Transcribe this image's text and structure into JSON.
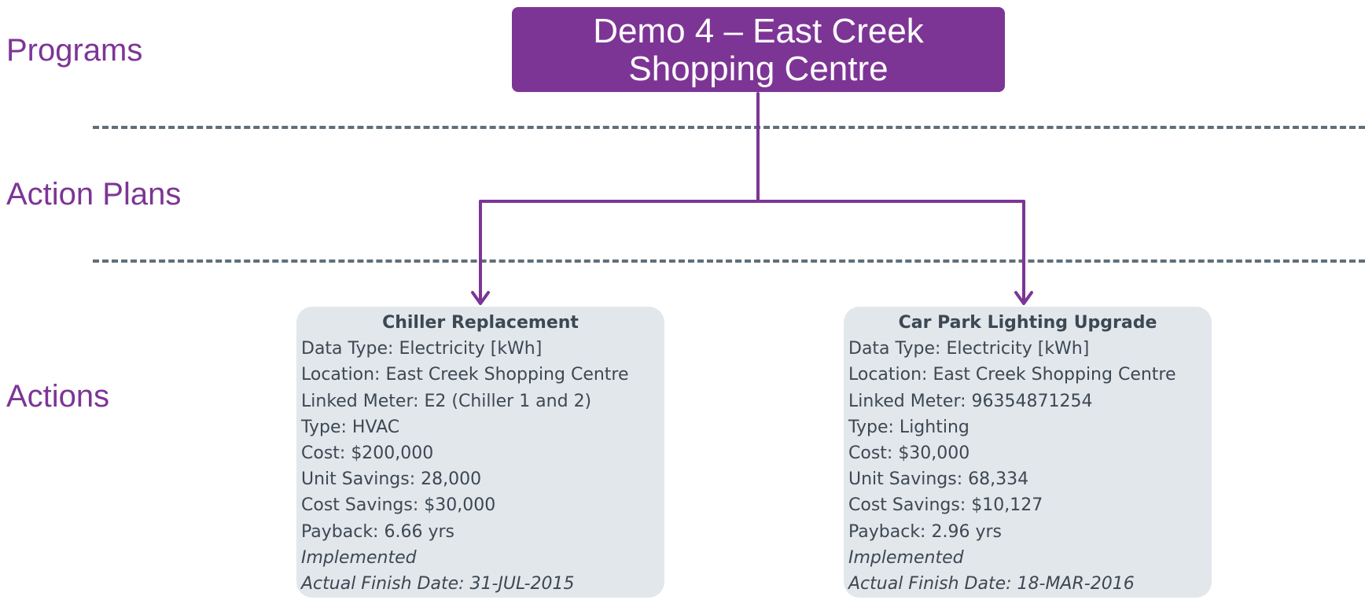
{
  "tiers": {
    "programs": "Programs",
    "action_plans": "Action Plans",
    "actions": "Actions"
  },
  "program": {
    "line1": "Demo 4 – East Creek",
    "line2": "Shopping Centre"
  },
  "actions": [
    {
      "title": "Chiller Replacement",
      "data_type": "Data Type: Electricity [kWh]",
      "location": "Location: East Creek Shopping Centre",
      "linked_meter": "Linked Meter: E2 (Chiller 1 and 2)",
      "type": "Type: HVAC",
      "cost": "Cost: $200,000",
      "unit_savings": "Unit Savings: 28,000",
      "cost_savings": "Cost Savings: $30,000",
      "payback": "Payback: 6.66 yrs",
      "status": "Implemented",
      "finish_date": "Actual Finish Date: 31-JUL-2015"
    },
    {
      "title": "Car Park Lighting Upgrade",
      "data_type": "Data Type: Electricity [kWh]",
      "location": "Location: East Creek Shopping Centre",
      "linked_meter": "Linked Meter: 96354871254",
      "type": "Type: Lighting",
      "cost": "Cost: $30,000",
      "unit_savings": "Unit Savings: 68,334",
      "cost_savings": "Cost Savings: $10,127",
      "payback": "Payback: 2.96 yrs",
      "status": "Implemented",
      "finish_date": "Actual Finish Date: 18-MAR-2016"
    }
  ],
  "colors": {
    "accent": "#7d3595",
    "card_bg": "#e2e7ec",
    "divider": "#5f6f7a",
    "card_text": "#3c4852"
  }
}
